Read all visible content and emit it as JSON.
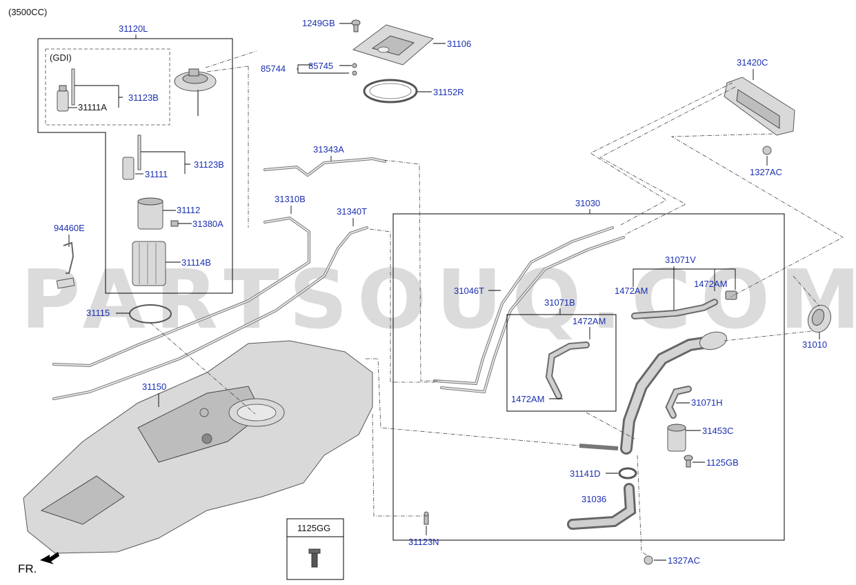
{
  "header": {
    "engine": "(3500CC)"
  },
  "watermark": "PARTSOUQ.COM",
  "boxes": {
    "gdi": "(GDI)",
    "bolt_box_title": "1125GG"
  },
  "direction": {
    "label": "FR."
  },
  "parts": {
    "p31120L": "31120L",
    "p31123B_top": "31123B",
    "p31111A": "31111A",
    "p31123B": "31123B",
    "p31111": "31111",
    "p31112": "31112",
    "p31380A": "31380A",
    "p31114B": "31114B",
    "p31115": "31115",
    "p94460E": "94460E",
    "p31150": "31150",
    "p1249GB": "1249GB",
    "p31106": "31106",
    "p85744": "85744",
    "p85745": "85745",
    "p31152R": "31152R",
    "p31343A": "31343A",
    "p31310B": "31310B",
    "p31340T": "31340T",
    "p31420C": "31420C",
    "p1327AC_top": "1327AC",
    "p31030": "31030",
    "p31071V": "31071V",
    "p1472AM_a": "1472AM",
    "p1472AM_b": "1472AM",
    "p31046T": "31046T",
    "p31071B": "31071B",
    "p1472AM_c": "1472AM",
    "p1472AM_d": "1472AM",
    "p31010": "31010",
    "p31071H": "31071H",
    "p31453C": "31453C",
    "p1125GB": "1125GB",
    "p31141D": "31141D",
    "p31036": "31036",
    "p31123N": "31123N",
    "p1327AC_bot": "1327AC"
  }
}
